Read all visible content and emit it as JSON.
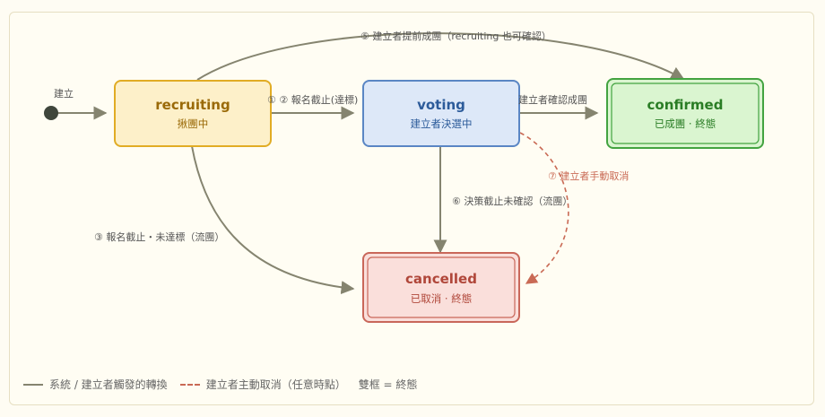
{
  "states": {
    "recruiting": {
      "title": "recruiting",
      "sub": "揪團中"
    },
    "voting": {
      "title": "voting",
      "sub": "建立者決選中"
    },
    "confirmed": {
      "title": "confirmed",
      "sub": "已成團 · 終態"
    },
    "cancelled": {
      "title": "cancelled",
      "sub": "已取消 · 終態"
    }
  },
  "start_label": "建立",
  "transitions": {
    "t1": "① ② 報名截止(達標)",
    "t3": "③ 報名截止・未達標（流團）",
    "t4": "建立者確認成團",
    "t5": "⑤ 建立者提前成團（recruiting 也可確認）",
    "t6": "⑥ 決策截止未確認（流團）",
    "t7": "⑦ 建立者手動取消"
  },
  "legend": {
    "solid": "系統 / 建立者觸發的轉換",
    "dashed": "建立者主動取消（任意時點）",
    "double": "雙框 = 終態"
  },
  "colors": {
    "line": "#85846f",
    "cancel": "#c96a55"
  }
}
